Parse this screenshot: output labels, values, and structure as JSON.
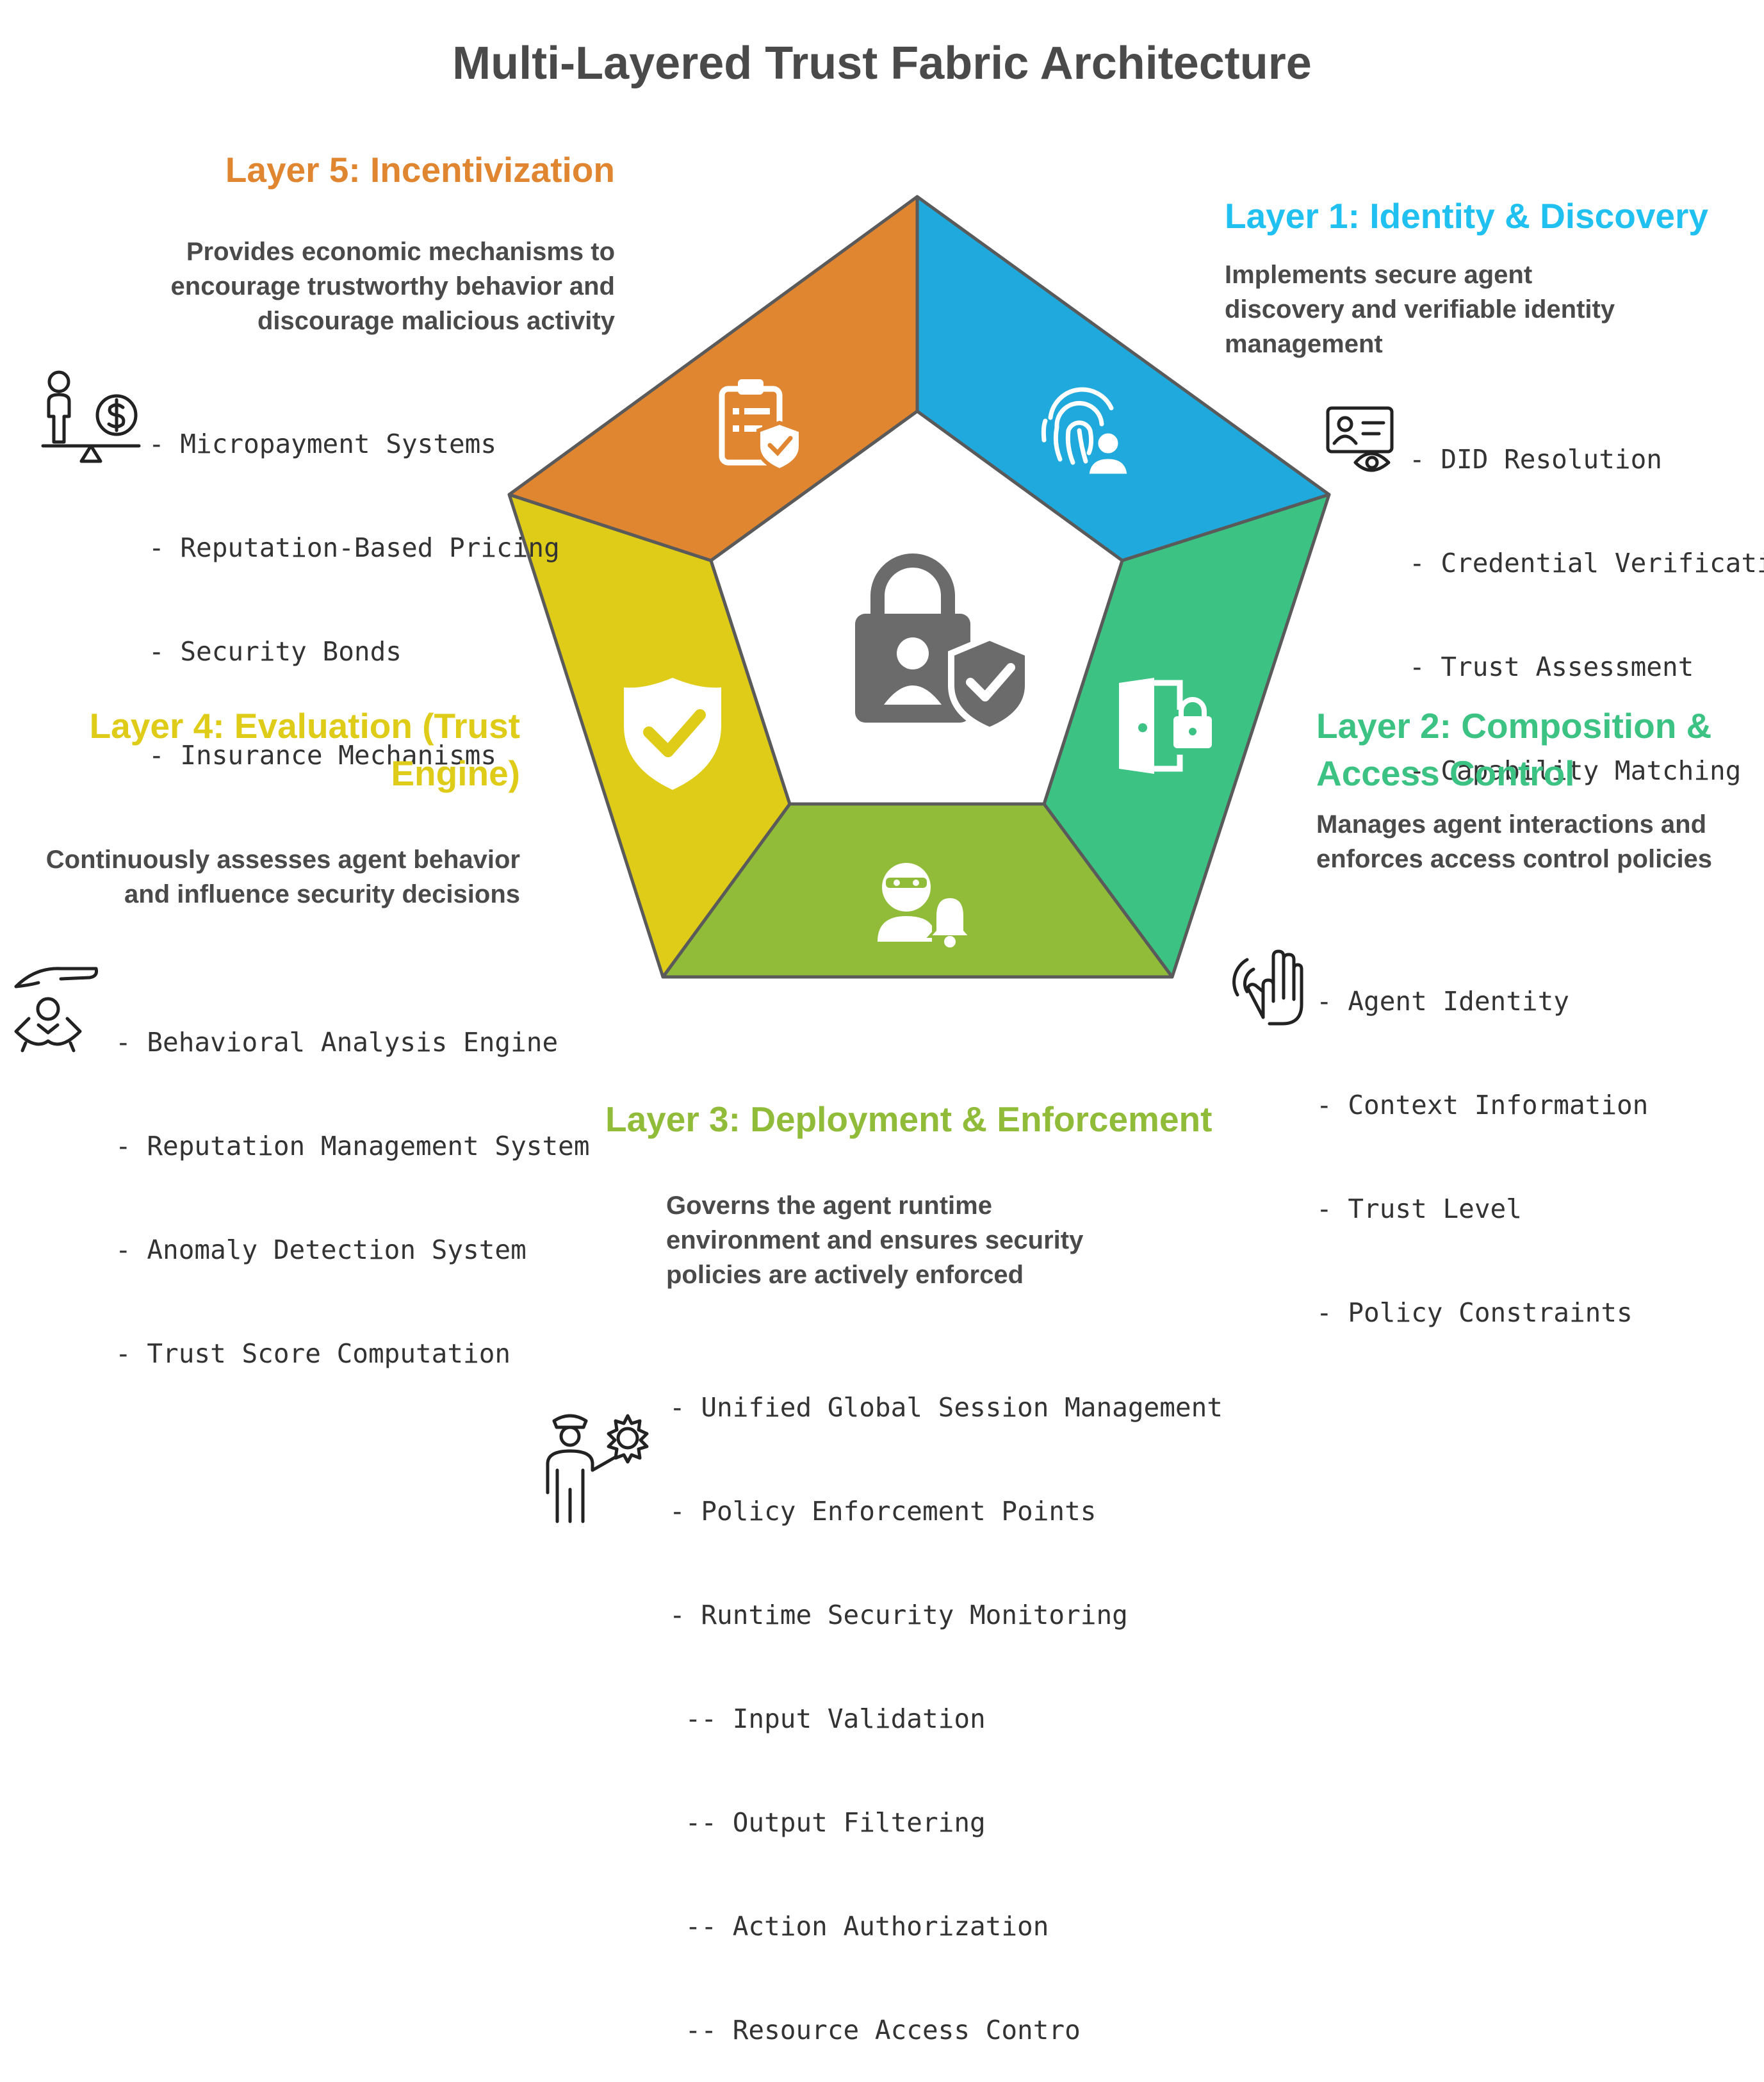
{
  "title": "Multi-Layered Trust Fabric Architecture",
  "colors": {
    "layer1": "#20a9dc",
    "layer2": "#3cc384",
    "layer3": "#91bc3a",
    "layer4": "#dfcc18",
    "layer5": "#e08530",
    "center_icon": "#6b6b6b",
    "outline": "#5a5a5a"
  },
  "layers": {
    "layer1": {
      "title": "Layer 1: Identity & Discovery",
      "description": "Implements secure agent\ndiscovery and verifiable identity\nmanagement",
      "items": [
        "- DID Resolution",
        "- Credential Verification",
        "- Trust Assessment",
        "- Capability Matching"
      ],
      "segment_icon": "fingerprint-user-icon",
      "side_icon": "id-card-eye-icon"
    },
    "layer2": {
      "title": "Layer 2: Composition &\nAccess Control",
      "description": "Manages agent interactions and\nenforces access control policies",
      "items": [
        "- Agent Identity",
        "- Context Information",
        "- Trust Level",
        "- Policy Constraints"
      ],
      "segment_icon": "door-lock-icon",
      "side_icon": "hand-touch-icon"
    },
    "layer3": {
      "title": "Layer 3: Deployment & Enforcement",
      "description": "Governs the agent runtime\nenvironment and ensures security\npolicies are actively enforced",
      "items": [
        "- Unified Global Session Management",
        "- Policy Enforcement Points",
        "- Runtime Security Monitoring",
        " -- Input Validation",
        " -- Output Filtering",
        " -- Action Authorization",
        " -- Resource Access Contro"
      ],
      "segment_icon": "intruder-alert-icon",
      "side_icon": "officer-gear-icon"
    },
    "layer4": {
      "title": "Layer 4: Evaluation (Trust\nEngine)",
      "description": "Continuously assesses agent behavior\nand influence security decisions",
      "items": [
        "- Behavioral Analysis Engine",
        "- Reputation Management System",
        "- Anomaly Detection System",
        "- Trust Score Computation"
      ],
      "segment_icon": "shield-check-icon",
      "side_icon": "hand-care-person-icon"
    },
    "layer5": {
      "title": "Layer 5: Incentivization",
      "description": "Provides economic mechanisms to\nencourage trustworthy behavior and\ndiscourage malicious activity",
      "items": [
        "- Micropayment Systems",
        "- Reputation-Based Pricing",
        "- Security Bonds",
        "- Insurance Mechanisms"
      ],
      "segment_icon": "clipboard-shield-icon",
      "side_icon": "person-scale-money-icon"
    }
  },
  "center_icon": "lock-user-shield-icon"
}
